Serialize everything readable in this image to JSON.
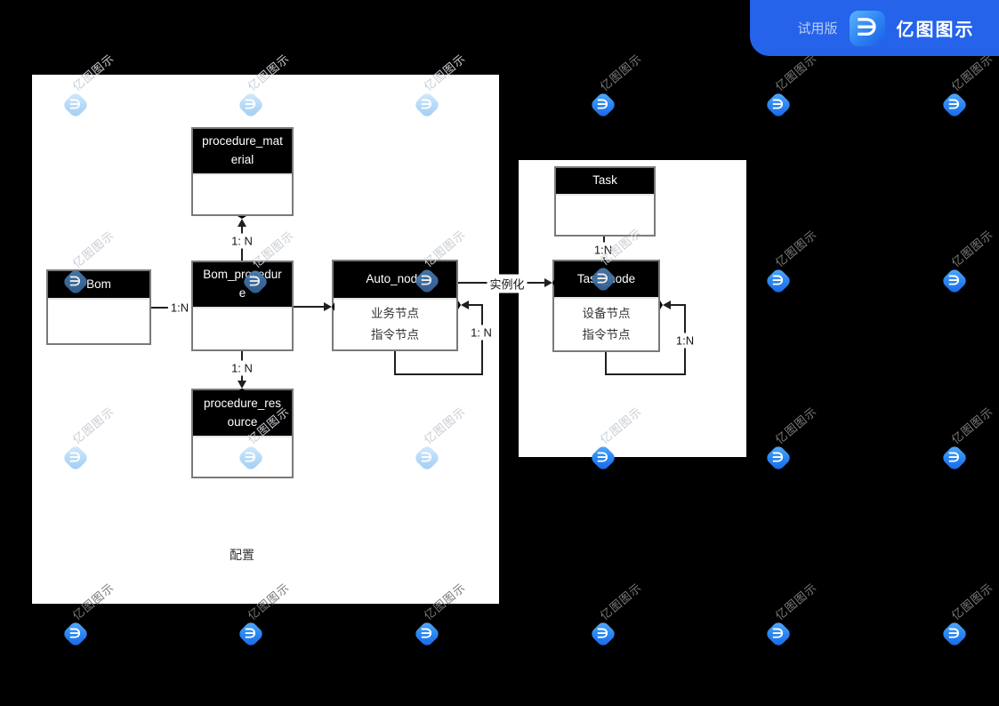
{
  "app_badge": {
    "trial_label": "试用版",
    "app_name": "亿图图示",
    "logo_glyph": "∋"
  },
  "watermark": {
    "text": "亿图图示",
    "logo_glyph": "∋"
  },
  "colors": {
    "app_background": "#000000",
    "canvas": "#ffffff",
    "badge_blue": "#2463ea",
    "entity_header": "#000000",
    "entity_border": "#7a7a7a",
    "connector_line": "#1f1f1f",
    "watermark_blue": "#2f8af2"
  },
  "entities": [
    {
      "name": "procedure_material",
      "body_lines": []
    },
    {
      "name": "Bom",
      "body_lines": []
    },
    {
      "name": "Bom_procedure",
      "body_lines": []
    },
    {
      "name": "Auto_node",
      "body_lines": [
        "业务节点",
        "指令节点"
      ]
    },
    {
      "name": "procedure_resource",
      "body_lines": []
    },
    {
      "name": "Task",
      "body_lines": []
    },
    {
      "name": "Task_node",
      "body_lines": [
        "设备节点",
        "指令节点"
      ]
    }
  ],
  "connectors": [
    {
      "from": "Bom",
      "to": "Bom_procedure",
      "label": "1:N"
    },
    {
      "from": "Bom_procedure",
      "to": "procedure_material",
      "label": "1: N"
    },
    {
      "from": "Bom_procedure",
      "to": "procedure_resource",
      "label": "1: N"
    },
    {
      "from": "Bom_procedure",
      "to": "Auto_node",
      "label": ""
    },
    {
      "from": "Auto_node",
      "to": "Task_node",
      "label": "实例化"
    },
    {
      "from": "Auto_node",
      "to": "Auto_node",
      "label": "1: N"
    },
    {
      "from": "Task",
      "to": "Task_node",
      "label": "1:N"
    },
    {
      "from": "Task_node",
      "to": "Task_node",
      "label": "1:N"
    }
  ],
  "captions": {
    "canvas1_label": "配置"
  }
}
